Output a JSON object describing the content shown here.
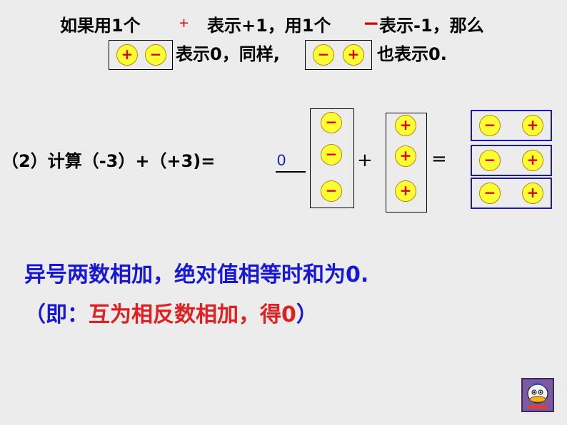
{
  "line1": {
    "part1": "如果用1个",
    "plus_symbol": "+",
    "part2": "表示+1，用1个",
    "minus_symbol": "−",
    "part3": "表示-1，那么"
  },
  "line2": {
    "part1": "表示0，同样,",
    "part2": "也表示0."
  },
  "coins": {
    "plus": "+",
    "minus": "−"
  },
  "equation": {
    "label": "（2）计算（-3）+（+3)=",
    "answer": "0",
    "plus_op": "+",
    "equals_op": "="
  },
  "rule": {
    "line1": "异号两数相加，绝对值相等时和为0.",
    "line2_open": "（即：",
    "line2_body": "互为相反数相加，得0",
    "line2_close": "）"
  },
  "colors": {
    "coin_fill": "#ffff33",
    "coin_sign": "#e00000",
    "rule_blue": "#1717d6",
    "rule_red": "#e02020",
    "box_blue": "#1a1aa6"
  },
  "icons": {
    "nav": "duck-mascot-icon"
  }
}
